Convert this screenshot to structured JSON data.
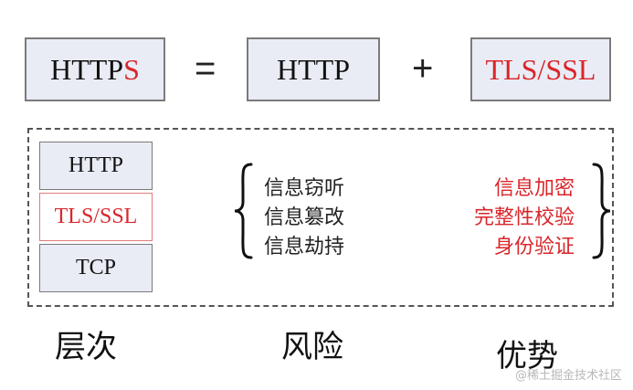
{
  "equation": {
    "https_prefix": "HTTP",
    "https_suffix": "S",
    "equals": "=",
    "http": "HTTP",
    "plus": "+",
    "tls": "TLS/SSL"
  },
  "layers": [
    "HTTP",
    "TLS/SSL",
    "TCP"
  ],
  "risks": [
    "信息窃听",
    "信息篡改",
    "信息劫持"
  ],
  "advantages": [
    "信息加密",
    "完整性校验",
    "身份验证"
  ],
  "captions": {
    "layers": "层次",
    "risks": "风险",
    "advantages": "优势"
  },
  "watermark": "@稀土掘金技术社区",
  "colors": {
    "accent_red": "#d9262b",
    "box_fill": "#e9ecf5"
  }
}
